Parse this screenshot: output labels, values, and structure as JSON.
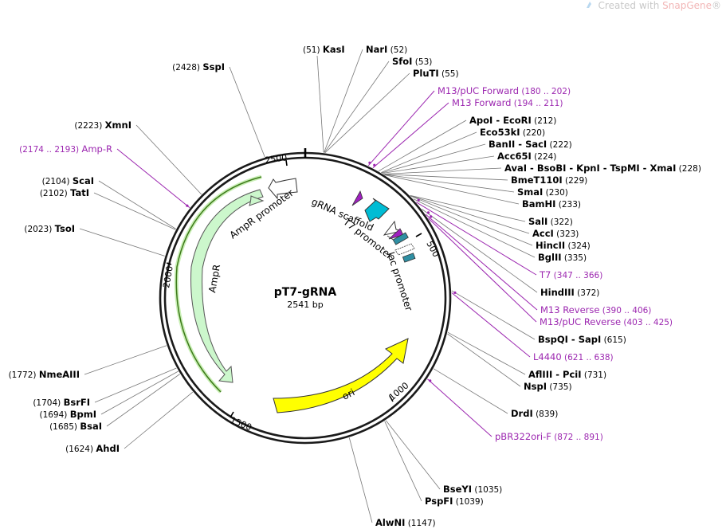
{
  "watermark": {
    "prefix": "Created with ",
    "brand": "SnapGene",
    "reg": "®"
  },
  "plasmid": {
    "name": "pT7-gRNA",
    "length_label": "2541 bp",
    "length": 2541
  },
  "ticks": [
    "500",
    "1000",
    "1500",
    "2000",
    "2500"
  ],
  "features": [
    {
      "label": "AmpR promoter"
    },
    {
      "label": "AmpR"
    },
    {
      "label": "gRNA scaffold"
    },
    {
      "label": "T7 promoter"
    },
    {
      "label": "lac promoter"
    },
    {
      "label": "ori"
    }
  ],
  "sites": [
    {
      "name": "KasI",
      "pos": "(51)"
    },
    {
      "name": "NarI",
      "pos": "(52)"
    },
    {
      "name": "SfoI",
      "pos": "(53)"
    },
    {
      "name": "PluTI",
      "pos": "(55)"
    },
    {
      "name": "M13/pUC Forward",
      "pos": "(180 .. 202)"
    },
    {
      "name": "M13 Forward",
      "pos": "(194 .. 211)"
    },
    {
      "name": "ApoI",
      "name2": "EcoRI",
      "pos": "(212)"
    },
    {
      "name": "Eco53kI",
      "pos": "(220)"
    },
    {
      "name": "BanII",
      "name2": "SacI",
      "pos": "(222)"
    },
    {
      "name": "Acc65I",
      "pos": "(224)"
    },
    {
      "name": "AvaI",
      "name2": "BsoBI",
      "name3": "KpnI",
      "name4": "TspMI",
      "name5": "XmaI",
      "pos": "(228)"
    },
    {
      "name": "BmeT110I",
      "pos": "(229)"
    },
    {
      "name": "SmaI",
      "pos": "(230)"
    },
    {
      "name": "BamHI",
      "pos": "(233)"
    },
    {
      "name": "SalI",
      "pos": "(322)"
    },
    {
      "name": "AccI",
      "pos": "(323)"
    },
    {
      "name": "HincII",
      "pos": "(324)"
    },
    {
      "name": "BglII",
      "pos": "(335)"
    },
    {
      "name": "T7",
      "pos": "(347 .. 366)"
    },
    {
      "name": "HindIII",
      "pos": "(372)"
    },
    {
      "name": "M13 Reverse",
      "pos": "(390 .. 406)"
    },
    {
      "name": "M13/pUC Reverse",
      "pos": "(403 .. 425)"
    },
    {
      "name": "BspQI",
      "name2": "SapI",
      "pos": "(615)"
    },
    {
      "name": "L4440",
      "pos": "(621 .. 638)"
    },
    {
      "name": "AflIII",
      "name2": "PciI",
      "pos": "(731)"
    },
    {
      "name": "NspI",
      "pos": "(735)"
    },
    {
      "name": "DrdI",
      "pos": "(839)"
    },
    {
      "name": "pBR322ori-F",
      "pos": "(872 .. 891)"
    },
    {
      "name": "BseYI",
      "pos": "(1035)"
    },
    {
      "name": "PspFI",
      "pos": "(1039)"
    },
    {
      "name": "AlwNI",
      "pos": "(1147)"
    },
    {
      "name": "AhdI",
      "pos": "(1624)"
    },
    {
      "name": "BsaI",
      "pos": "(1685)"
    },
    {
      "name": "BpmI",
      "pos": "(1694)"
    },
    {
      "name": "BsrFI",
      "pos": "(1704)"
    },
    {
      "name": "NmeAIII",
      "pos": "(1772)"
    },
    {
      "name": "TsoI",
      "pos": "(2023)"
    },
    {
      "name": "TatI",
      "pos": "(2102)"
    },
    {
      "name": "ScaI",
      "pos": "(2104)"
    },
    {
      "name": "Amp-R",
      "pos": "(2174 .. 2193)"
    },
    {
      "name": "XmnI",
      "pos": "(2223)"
    },
    {
      "name": "SspI",
      "pos": "(2428)"
    }
  ],
  "colors": {
    "backbone": "#1a1a1a",
    "primer": "#9c27b0",
    "ampr": "#c8f5c8",
    "ampr_stroke": "#4caf50",
    "ori": "#ffff00",
    "gRNA": "#00bcd4",
    "promoter": "#ffffff",
    "lac": "#2f8fa3"
  }
}
